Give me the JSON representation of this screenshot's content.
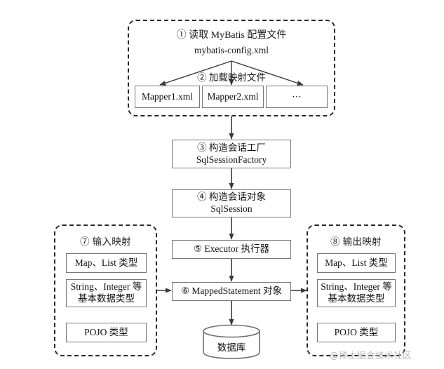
{
  "diagram": {
    "title": "MyBatis execution flow diagram",
    "groups": {
      "config": {
        "step_label": "① 读取 MyBatis 配置文件",
        "config_file": "mybatis-config.xml",
        "load_mapping_label": "② 加载映射文件",
        "mappers": [
          {
            "label": "Mapper1.xml"
          },
          {
            "label": "Mapper2.xml"
          },
          {
            "label": "⋯"
          }
        ]
      },
      "input_mapping": {
        "step_label": "⑦ 输入映射",
        "items": [
          {
            "line1": "Map、List 类型",
            "line2": ""
          },
          {
            "line1": "String、Integer 等",
            "line2": "基本数据类型"
          },
          {
            "line1": "POJO 类型",
            "line2": ""
          }
        ]
      },
      "output_mapping": {
        "step_label": "⑧ 输出映射",
        "items": [
          {
            "line1": "Map、List 类型",
            "line2": ""
          },
          {
            "line1": "String、Integer 等",
            "line2": "基本数据类型"
          },
          {
            "line1": "POJO 类型",
            "line2": ""
          }
        ]
      }
    },
    "nodes": {
      "session_factory": {
        "line1": "③ 构造会话工厂",
        "line2": "SqlSessionFactory"
      },
      "session": {
        "line1": "④ 构造会话对象",
        "line2": "SqlSession"
      },
      "executor": {
        "line1": "⑤ Executor 执行器",
        "line2": ""
      },
      "mapped_statement": {
        "line1": "⑥ MappedStatement 对象",
        "line2": ""
      },
      "database": {
        "label": "数据库"
      }
    },
    "watermark": "@稀土掘金技术社区",
    "colors": {
      "stroke": "#777777",
      "dashed_stroke": "#2a2a2a",
      "arrow": "#3a3a3a",
      "text": "#111111",
      "watermark": "#b9b9b9",
      "background": "#ffffff"
    }
  }
}
